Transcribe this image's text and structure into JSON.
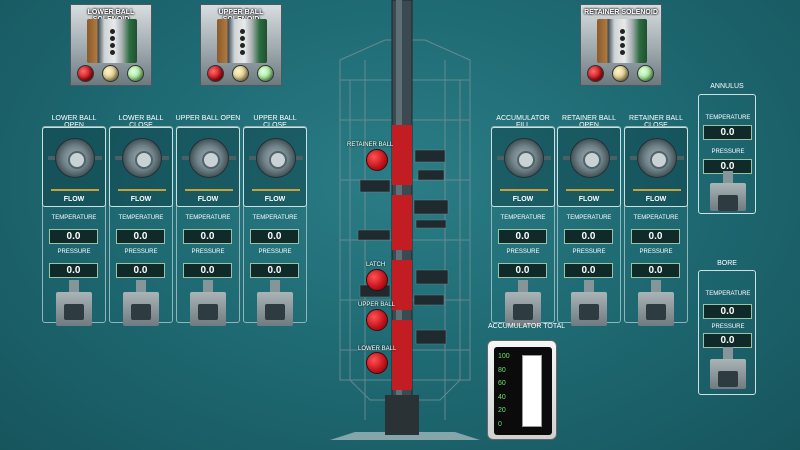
{
  "solenoids": {
    "lower": {
      "title": "LOWER BALL SOLENOID"
    },
    "upper": {
      "title": "UPPER BALL SOLENOID"
    },
    "retainer": {
      "title": "RETAINER SOLENOID"
    }
  },
  "valves": [
    {
      "name": "LOWER BALL OPEN",
      "flow": "FLOW",
      "temp_label": "TEMPERATURE",
      "temp": "0.0",
      "press_label": "PRESSURE",
      "press": "0.0"
    },
    {
      "name": "LOWER BALL CLOSE",
      "flow": "FLOW",
      "temp_label": "TEMPERATURE",
      "temp": "0.0",
      "press_label": "PRESSURE",
      "press": "0.0"
    },
    {
      "name": "UPPER BALL OPEN",
      "flow": "FLOW",
      "temp_label": "TEMPERATURE",
      "temp": "0.0",
      "press_label": "PRESSURE",
      "press": "0.0"
    },
    {
      "name": "UPPER BALL CLOSE",
      "flow": "FLOW",
      "temp_label": "TEMPERATURE",
      "temp": "0.0",
      "press_label": "PRESSURE",
      "press": "0.0"
    },
    {
      "name": "ACCUMULATOR FILL",
      "flow": "FLOW",
      "temp_label": "TEMPERATURE",
      "temp": "0.0",
      "press_label": "PRESSURE",
      "press": "0.0"
    },
    {
      "name": "RETAINER BALL OPEN",
      "flow": "FLOW",
      "temp_label": "TEMPERATURE",
      "temp": "0.0",
      "press_label": "PRESSURE",
      "press": "0.0"
    },
    {
      "name": "RETAINER BALL CLOSE",
      "flow": "FLOW",
      "temp_label": "TEMPERATURE",
      "temp": "0.0",
      "press_label": "PRESSURE",
      "press": "0.0"
    }
  ],
  "tree_labels": {
    "retainer_ball": "RETAINER BALL",
    "latch": "LATCH",
    "upper_ball": "UPPER BALL",
    "lower_ball": "LOWER BALL"
  },
  "annulus": {
    "title": "ANNULUS",
    "temp_label": "TEMPERATURE",
    "temp": "0.0",
    "press_label": "PRESSURE",
    "press": "0.0"
  },
  "bore": {
    "title": "BORE",
    "temp_label": "TEMPERATURE",
    "temp": "0.0",
    "press_label": "PRESSURE",
    "press": "0.0"
  },
  "accumulator": {
    "title": "ACCUMULATOR TOTAL",
    "ticks": [
      "100",
      "80",
      "60",
      "40",
      "20",
      "0"
    ],
    "level_percent": 0
  },
  "colors": {
    "lamp_red": "#c3121a",
    "lamp_amber": "#d9c88a",
    "lamp_green": "#9be592",
    "gauge_green": "#6be06b"
  }
}
